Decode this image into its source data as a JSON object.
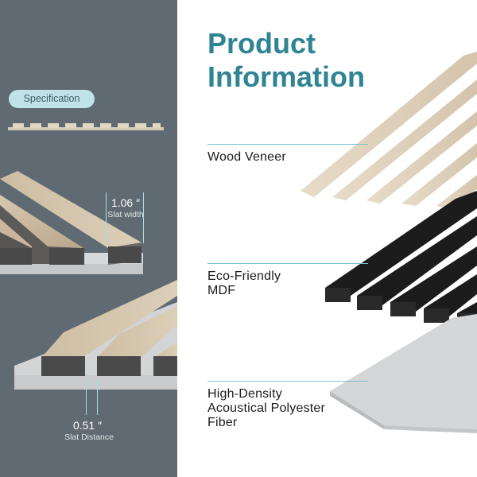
{
  "title": {
    "line1": "Product",
    "line2": "Information"
  },
  "specification_label": "Specification",
  "slat_width": {
    "value": "1.06 ″",
    "caption": "Slat width"
  },
  "slat_distance": {
    "value": "0.51 ″",
    "caption": "Slat Distance"
  },
  "layers": [
    {
      "lines": [
        "Wood Veneer"
      ]
    },
    {
      "lines": [
        "Eco-Friendly",
        "MDF"
      ]
    },
    {
      "lines": [
        "High-Density",
        "Acoustical Polyester",
        "Fiber"
      ]
    }
  ],
  "colors": {
    "panel_bg": "#606a72",
    "title": "#2e8493",
    "callout": "#78c6cf",
    "pill": "#bfe3e6"
  }
}
